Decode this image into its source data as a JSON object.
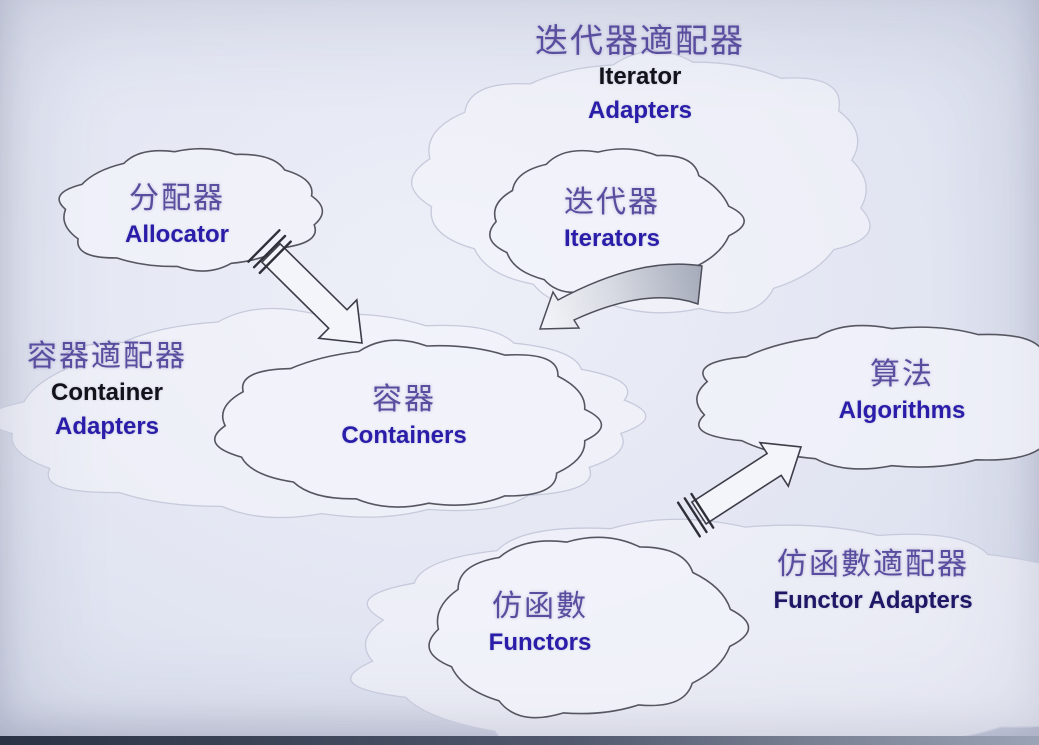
{
  "colors": {
    "background": "#e4e7f3",
    "chinese_text": "#584d9e",
    "english_blue": "#2a1daa",
    "english_black": "#12121a",
    "english_navy": "#1e1766",
    "cloud_outline_dark": "#565661",
    "cloud_outline_light": "#c6cadb"
  },
  "nodes": {
    "iterator_adapters": {
      "zh": "迭代器適配器",
      "en_line1": "Iterator",
      "en_line2": "Adapters"
    },
    "allocator": {
      "zh": "分配器",
      "en": "Allocator"
    },
    "iterators": {
      "zh": "迭代器",
      "en": "Iterators"
    },
    "container_adapters": {
      "zh": "容器適配器",
      "en_line1": "Container",
      "en_line2": "Adapters"
    },
    "containers": {
      "zh": "容器",
      "en": "Containers"
    },
    "algorithms": {
      "zh": "算法",
      "en": "Algorithms"
    },
    "functors": {
      "zh": "仿函數",
      "en": "Functors"
    },
    "functor_adapters": {
      "zh": "仿函數適配器",
      "en": "Functor Adapters"
    }
  },
  "arrows": [
    {
      "name": "allocator-to-containers",
      "style": "block"
    },
    {
      "name": "algorithms-to-containers",
      "style": "curved"
    },
    {
      "name": "functors-to-algorithms",
      "style": "block"
    }
  ]
}
